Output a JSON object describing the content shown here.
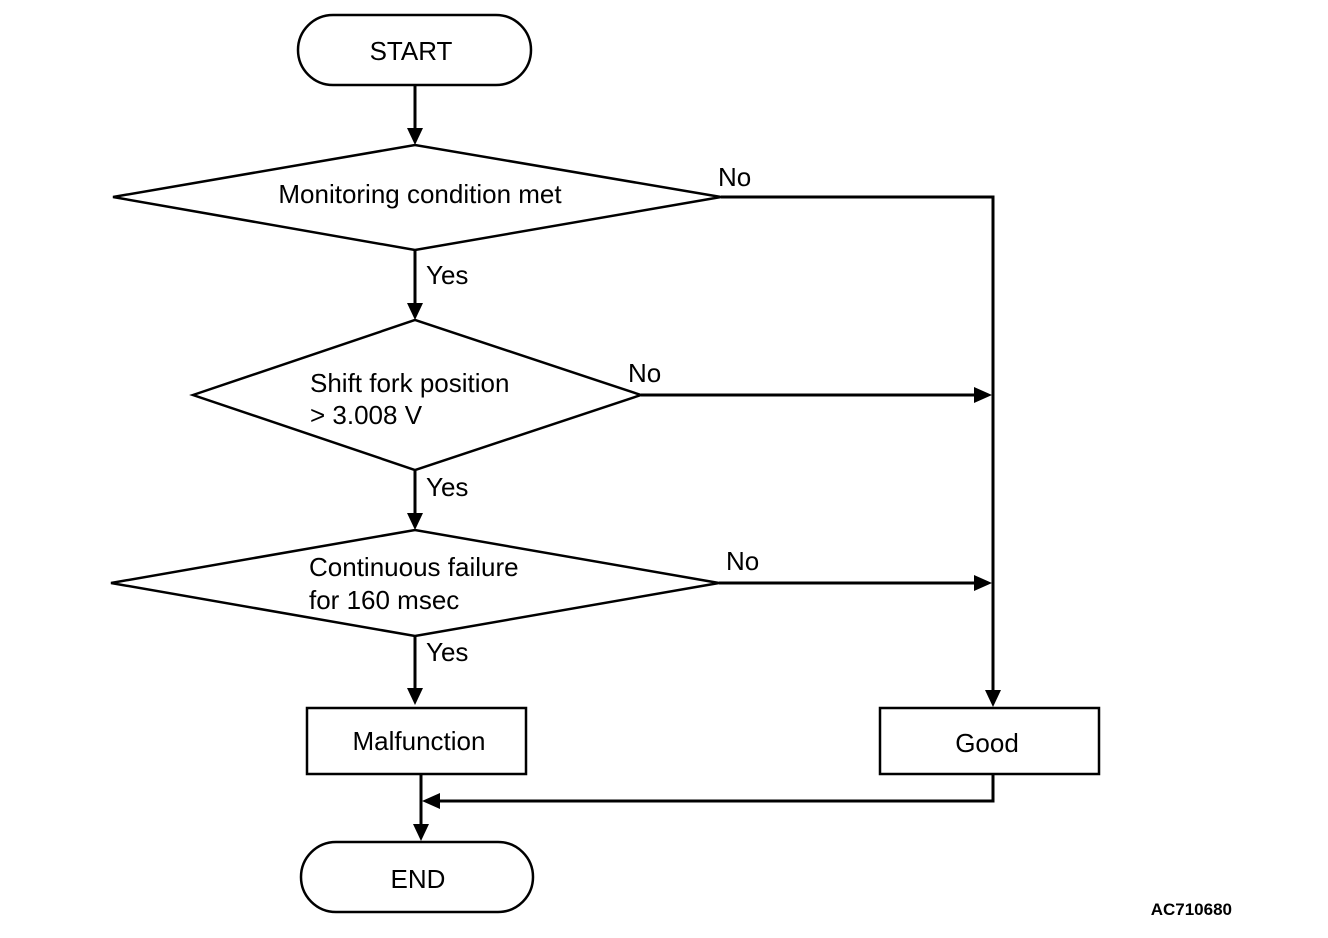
{
  "diagram": {
    "start": "START",
    "end": "END",
    "decisions": [
      {
        "line1": "Monitoring condition met",
        "line2": ""
      },
      {
        "line1": "Shift fork position",
        "line2": "> 3.008 V"
      },
      {
        "line1": "Continuous failure",
        "line2": "for 160 msec"
      }
    ],
    "yes_label": "Yes",
    "no_label": "No",
    "malfunction": "Malfunction",
    "good": "Good",
    "figure_code": "AC710680"
  }
}
